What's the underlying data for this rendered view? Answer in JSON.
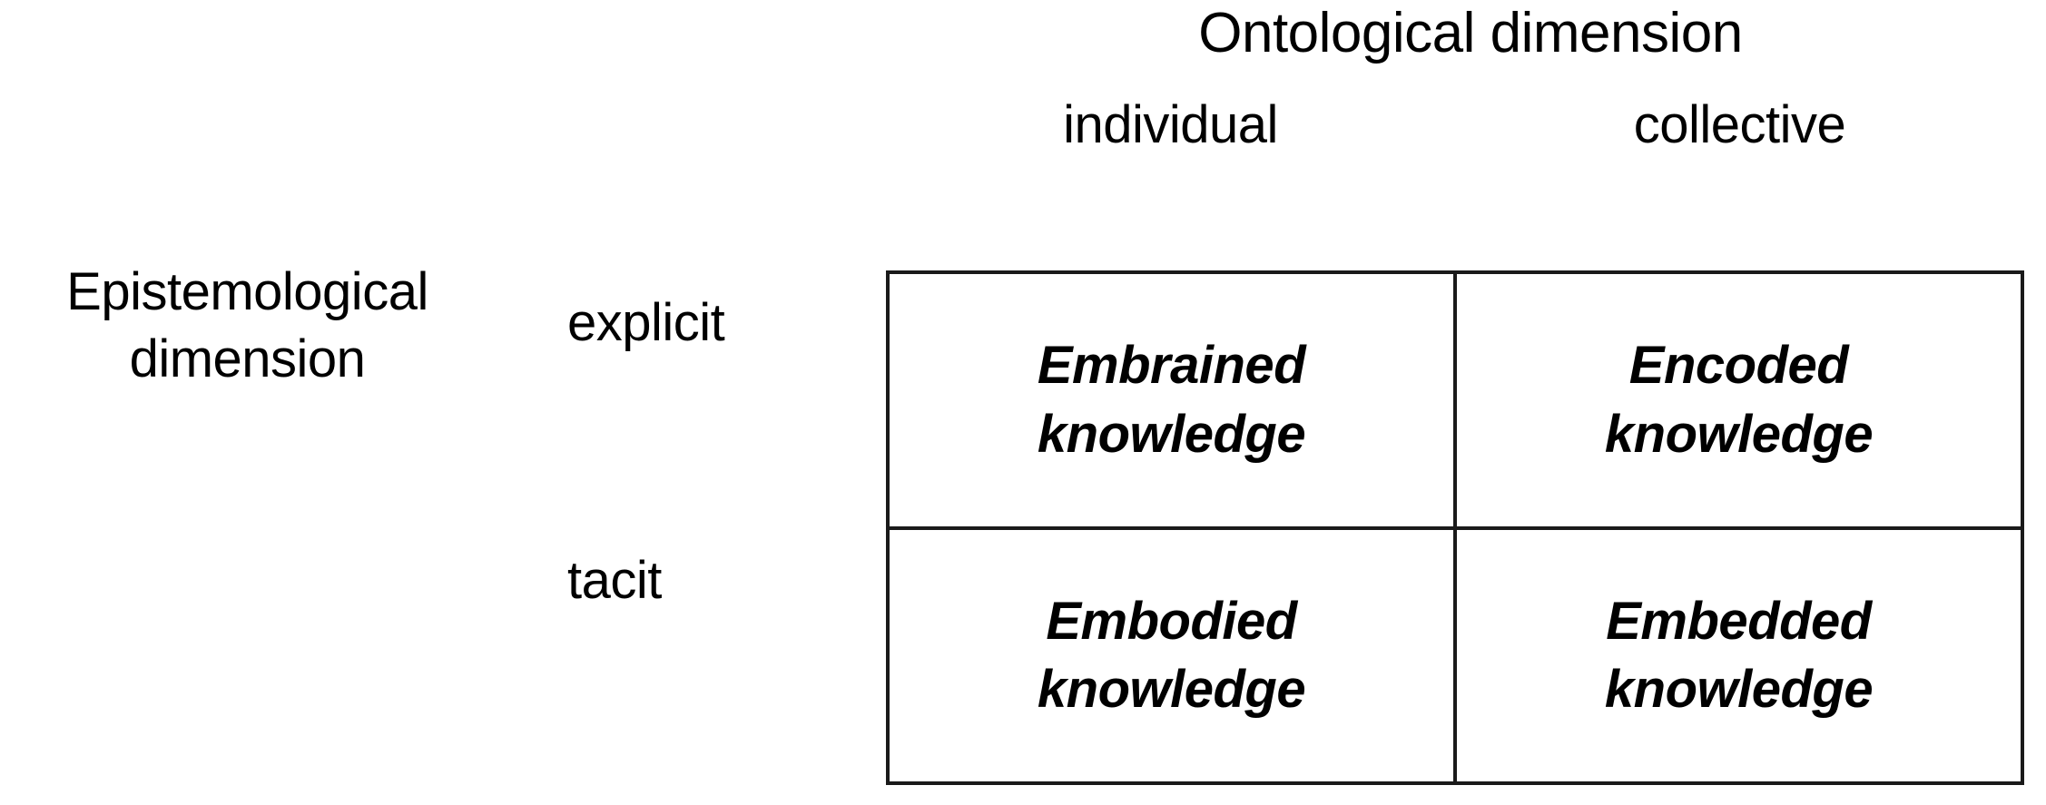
{
  "figure": {
    "background_color": "#ffffff",
    "text_color": "#000000",
    "border_color": "#1a1a1a"
  },
  "axes": {
    "top": {
      "title": "Ontological dimension",
      "categories": [
        "individual",
        "collective"
      ]
    },
    "left": {
      "title_line1": "Epistemological",
      "title_line2": "dimension",
      "categories": [
        "explicit",
        "tacit"
      ]
    }
  },
  "matrix": {
    "rows": [
      {
        "label": "explicit",
        "cells": [
          {
            "word1": "Embrained",
            "word2": "knowledge"
          },
          {
            "word1": "Encoded",
            "word2": "knowledge"
          }
        ]
      },
      {
        "label": "tacit",
        "cells": [
          {
            "word1": "Embodied",
            "word2": "knowledge"
          },
          {
            "word1": "Embedded",
            "word2": "knowledge"
          }
        ]
      }
    ]
  }
}
